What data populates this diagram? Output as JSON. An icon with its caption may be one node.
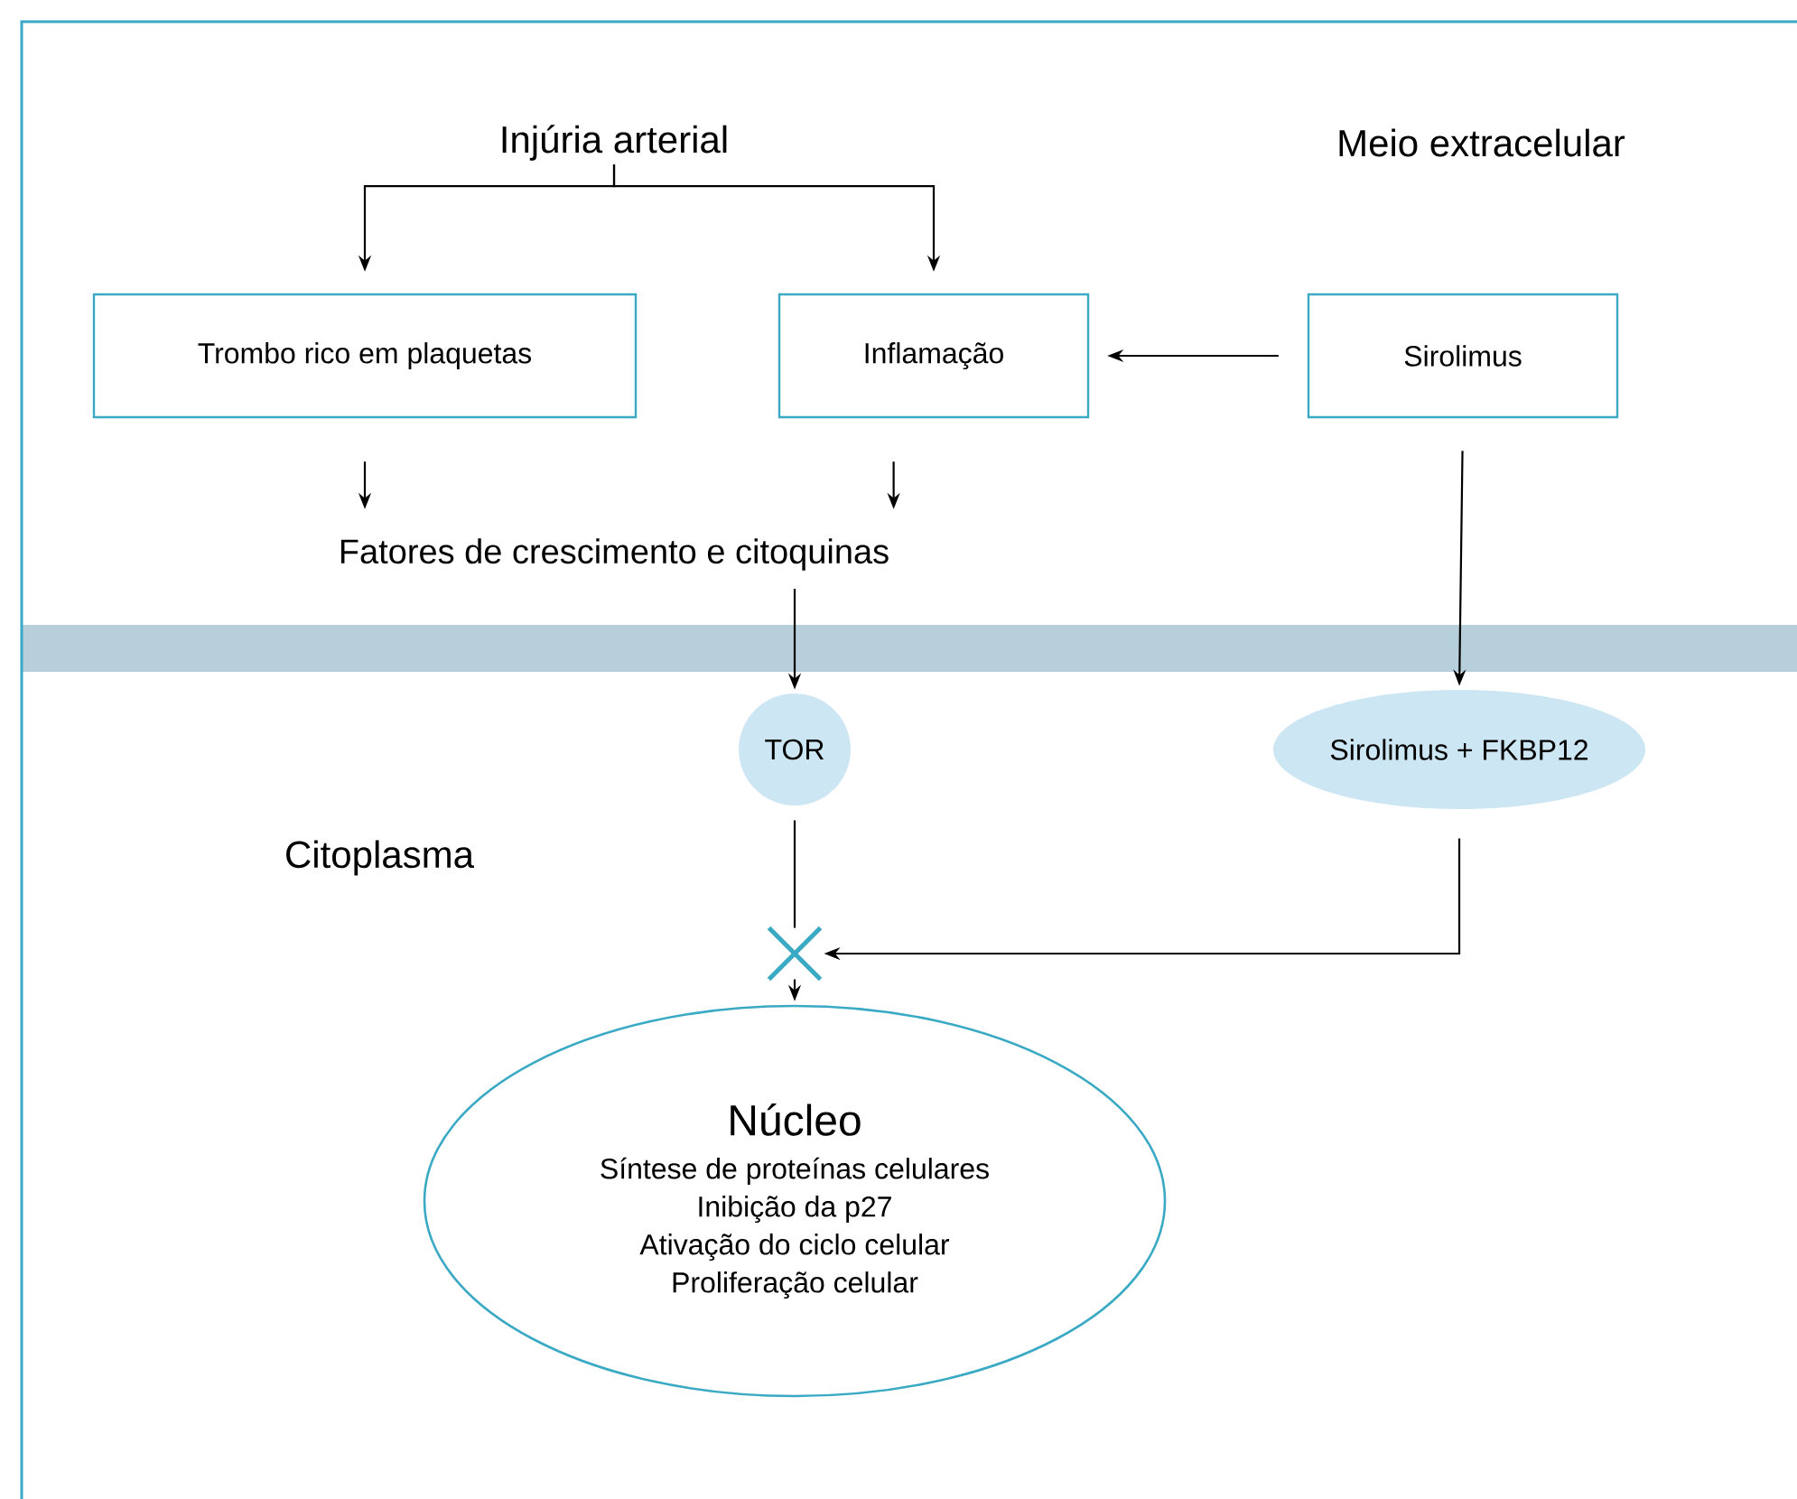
{
  "diagram": {
    "nodes": [
      {
        "text": [
          "Injúria arterial"
        ]
      },
      {
        "text": [
          "Trombo rico em plaquetas"
        ]
      },
      {
        "text": [
          "Inflamação"
        ]
      },
      {
        "text": [
          "Sirolimus"
        ]
      },
      {
        "text": [
          "Fatores de crescimento e citoquinas"
        ]
      },
      {
        "text": [
          "TOR"
        ]
      },
      {
        "text": [
          "Sirolimus + FKBP12"
        ]
      },
      {
        "text": [
          "Núcleo",
          "Síntese de proteínas celulares",
          "Inibição da p27",
          "Ativação do ciclo celular",
          "Proliferação celular"
        ]
      },
      {
        "text": [],
        "shape": "cross"
      }
    ],
    "edges": [
      {
        "from": 0,
        "to": 1,
        "arrow": "to"
      },
      {
        "from": 0,
        "to": 2,
        "arrow": "to"
      },
      {
        "from": 3,
        "to": 2,
        "arrow": "to"
      },
      {
        "from": 1,
        "to": 4,
        "arrow": "to"
      },
      {
        "from": 2,
        "to": 4,
        "arrow": "to"
      },
      {
        "from": 4,
        "to": 5,
        "arrow": "to"
      },
      {
        "from": 3,
        "to": 6,
        "arrow": "to"
      },
      {
        "from": 6,
        "to": 8,
        "arrow": "to"
      },
      {
        "from": 5,
        "to": 8,
        "arrow": "none"
      },
      {
        "from": 8,
        "to": 7,
        "arrow": "to"
      }
    ],
    "labels": [
      "Meio extracelular",
      "Citoplasma"
    ]
  }
}
